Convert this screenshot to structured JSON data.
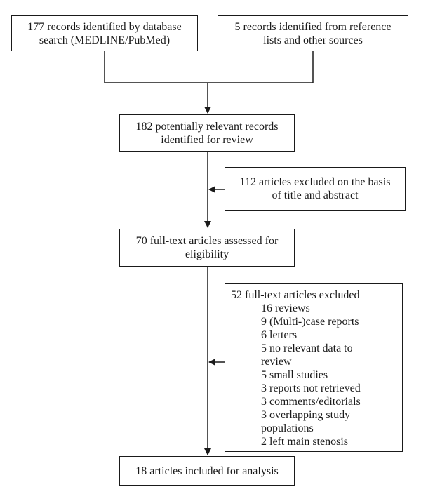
{
  "diagram": {
    "box_database": {
      "lines": [
        "177 records identified by database",
        "search (MEDLINE/PubMed)"
      ]
    },
    "box_other_sources": {
      "lines": [
        "5 records identified from reference",
        "lists and other sources"
      ]
    },
    "box_potentially_relevant": {
      "lines": [
        "182 potentially relevant records",
        "identified for review"
      ]
    },
    "box_excluded_title_abstract": {
      "lines": [
        "112 articles excluded on the basis",
        "of title and abstract"
      ]
    },
    "box_fulltext_assessed": {
      "lines": [
        "70 full-text articles assessed for",
        "eligibility"
      ]
    },
    "box_fulltext_excluded": {
      "heading": "52 full-text articles excluded",
      "items": [
        [
          "16 reviews"
        ],
        [
          "9 (Multi-)case reports"
        ],
        [
          "6 letters"
        ],
        [
          "5 no relevant data to",
          "review"
        ],
        [
          "5 small studies"
        ],
        [
          "3 reports not retrieved"
        ],
        [
          "3 comments/editorials"
        ],
        [
          "3 overlapping study",
          "populations"
        ],
        [
          "2 left main stenosis"
        ]
      ]
    },
    "box_included": {
      "lines": [
        "18 articles included for analysis"
      ]
    },
    "colors": {
      "stroke": "#1a1a1a",
      "background": "#ffffff",
      "text": "#1a1a1a"
    }
  }
}
